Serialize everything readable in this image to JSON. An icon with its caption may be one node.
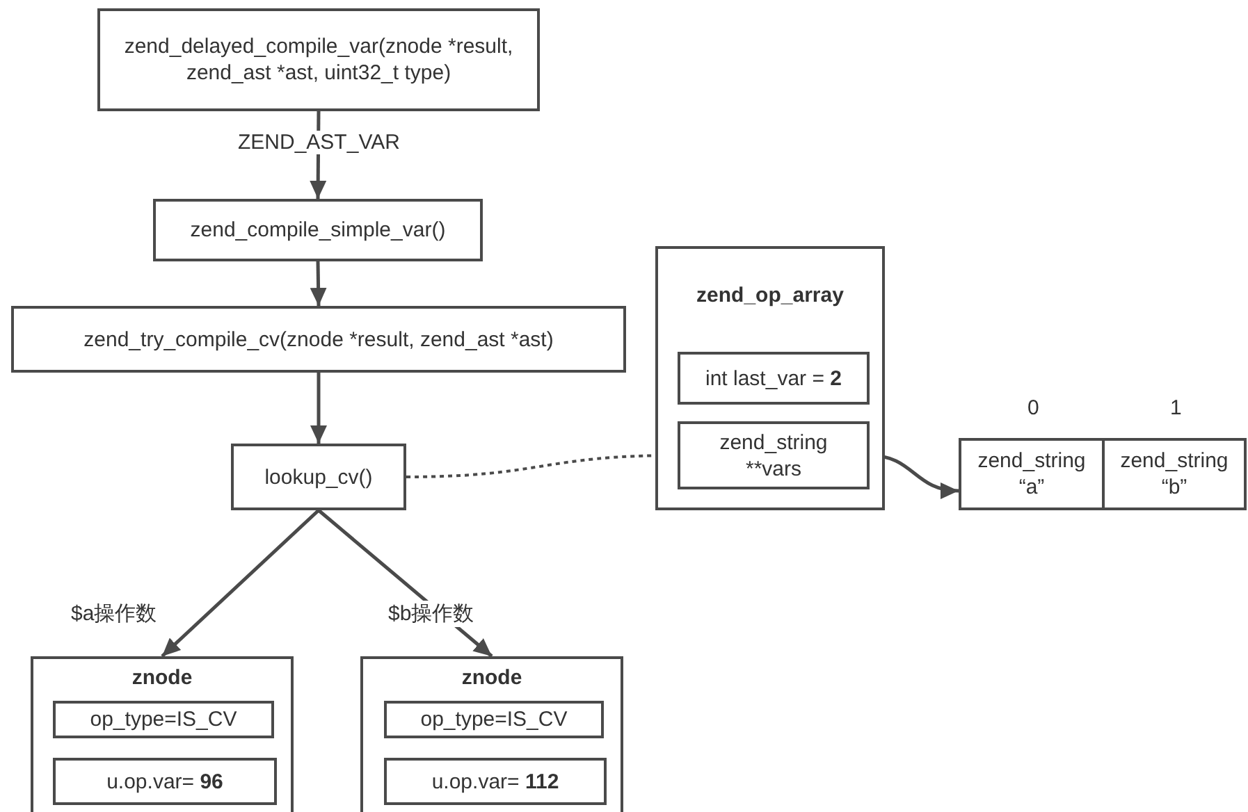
{
  "diagram": {
    "nodes": [
      {
        "text": [
          "zend_delayed_compile_var(znode *result, zend_ast *ast, uint32_t type)"
        ]
      },
      {
        "text": [
          "zend_compile_simple_var()"
        ]
      },
      {
        "text": [
          "zend_try_compile_cv(znode *result, zend_ast *ast)"
        ]
      },
      {
        "text": [
          "lookup_cv()"
        ]
      },
      {
        "text": [
          "znode"
        ]
      },
      {
        "text": [
          "op_type=IS_CV"
        ],
        "in": 4
      },
      {
        "text": [
          "u.op.var= **96**"
        ],
        "in": 4
      },
      {
        "text": [
          "znode"
        ]
      },
      {
        "text": [
          "op_type=IS_CV"
        ],
        "in": 7
      },
      {
        "text": [
          "u.op.var= **112**"
        ],
        "in": 7
      },
      {
        "text": [
          "zend_op_array"
        ]
      },
      {
        "text": [
          "int last_var = **2**"
        ],
        "in": 10
      },
      {
        "text": [
          "zend_string **vars"
        ],
        "in": 10
      },
      {
        "text": [
          "zend_string “a”"
        ],
        "beside": [
          "0"
        ]
      },
      {
        "text": [
          "zend_string “b”"
        ],
        "beside": [
          "1"
        ]
      }
    ],
    "edges": [
      {
        "from": 0,
        "to": 1,
        "arrow": "to",
        "label": "ZEND_AST_VAR"
      },
      {
        "from": 1,
        "to": 2,
        "arrow": "to"
      },
      {
        "from": 2,
        "to": 3,
        "arrow": "to"
      },
      {
        "from": 3,
        "to": 4,
        "arrow": "to",
        "label": "$a操作数"
      },
      {
        "from": 3,
        "to": 7,
        "arrow": "to",
        "label": "$b操作数"
      },
      {
        "from": 3,
        "to": 12,
        "arrow": "to",
        "style": "dashed"
      },
      {
        "from": 12,
        "to": 13,
        "arrow": "to"
      }
    ]
  }
}
